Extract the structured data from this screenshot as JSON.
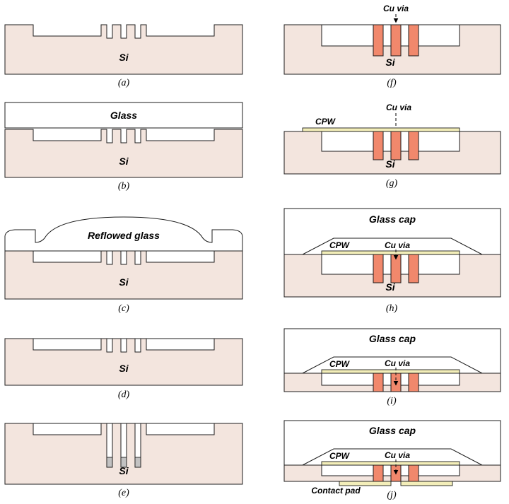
{
  "figure": {
    "colors": {
      "si": "#f3e5de",
      "glass": "#ffffff",
      "cu": "#f1886c",
      "pad": "#f3eeb9",
      "seed": "#c2c2c2",
      "outline": "#1c1c1c"
    },
    "panels": {
      "a": {
        "caption": "(a)",
        "labels": {
          "si": "Si"
        }
      },
      "b": {
        "caption": "(b)",
        "labels": {
          "glass": "Glass",
          "si": "Si"
        }
      },
      "c": {
        "caption": "(c)",
        "labels": {
          "glass": "Reflowed glass",
          "si": "Si"
        }
      },
      "d": {
        "caption": "(d)",
        "labels": {
          "si": "Si"
        }
      },
      "e": {
        "caption": "(e)",
        "labels": {
          "si": "Si"
        }
      },
      "f": {
        "caption": "(f)",
        "labels": {
          "cu_via": "Cu via",
          "si": "Si"
        }
      },
      "g": {
        "caption": "(g)",
        "labels": {
          "cu_via": "Cu via",
          "cpw": "CPW",
          "si": "Si"
        }
      },
      "h": {
        "caption": "(h)",
        "labels": {
          "glass_cap": "Glass cap",
          "cpw": "CPW",
          "cu_via": "Cu via",
          "si": "Si"
        }
      },
      "i": {
        "caption": "(i)",
        "labels": {
          "glass_cap": "Glass cap",
          "cpw": "CPW",
          "cu_via": "Cu via"
        }
      },
      "j": {
        "caption": "(j)",
        "labels": {
          "glass_cap": "Glass cap",
          "cpw": "CPW",
          "cu_via": "Cu via",
          "contact_pad": "Contact pad"
        }
      }
    }
  }
}
